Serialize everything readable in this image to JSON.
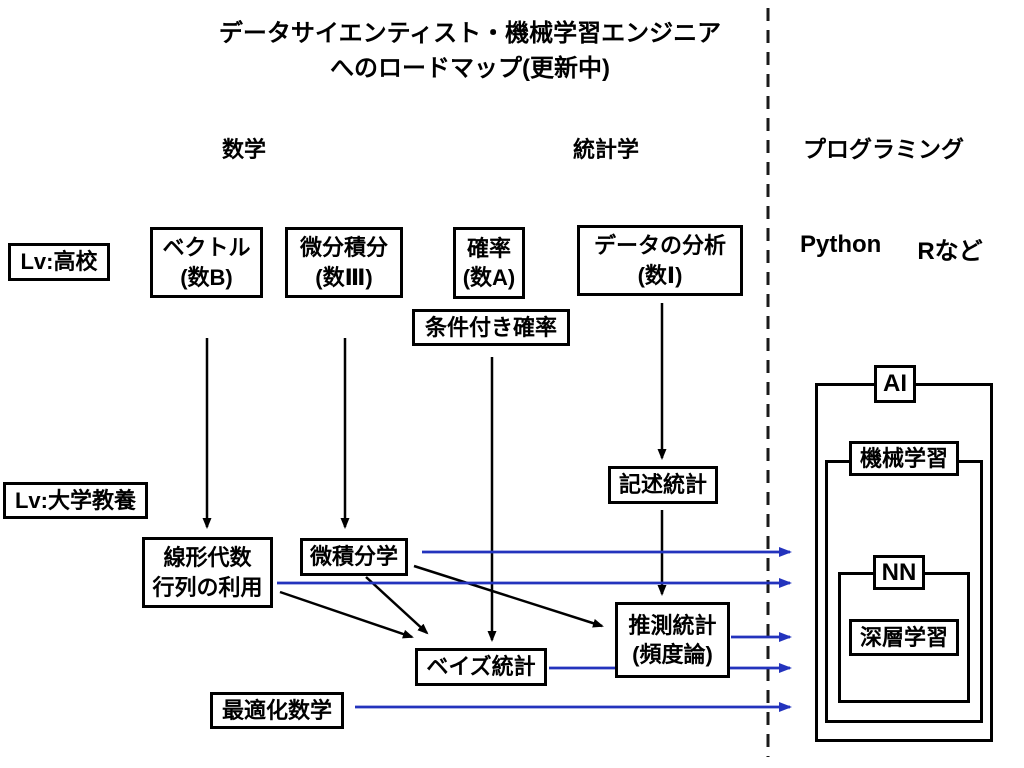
{
  "title": {
    "line1": "データサイエンティスト・機械学習エンジニア",
    "line2": "へのロードマップ(更新中)"
  },
  "headers": {
    "math": "数学",
    "stats": "統計学",
    "programming": "プログラミング"
  },
  "levels": {
    "highschool": "Lv:高校",
    "university": "Lv:大学教養"
  },
  "languages": {
    "python": "Python",
    "r": "Rなど"
  },
  "nodes": {
    "vector": {
      "line1": "ベクトル",
      "line2": "(数B)"
    },
    "calculus_hs": {
      "line1": "微分積分",
      "line2": "(数Ⅲ)"
    },
    "probability": {
      "line1": "確率",
      "line2": "(数A)"
    },
    "data_analysis": {
      "line1": "データの分析",
      "line2": "(数Ⅰ)"
    },
    "conditional_probability": "条件付き確率",
    "descriptive_stats": "記述統計",
    "linear_algebra": {
      "line1": "線形代数",
      "line2": "行列の利用"
    },
    "calculus_univ": "微積分学",
    "inferential_stats": {
      "line1": "推測統計",
      "line2": "(頻度論)"
    },
    "bayesian_stats": "ベイズ統計",
    "optimization": "最適化数学",
    "ai": "AI",
    "machine_learning": "機械学習",
    "nn": "NN",
    "deep_learning": "深層学習"
  },
  "colors": {
    "arrow_black": "#000000",
    "arrow_blue": "#2333bd",
    "divider": "#1a1a1a"
  }
}
